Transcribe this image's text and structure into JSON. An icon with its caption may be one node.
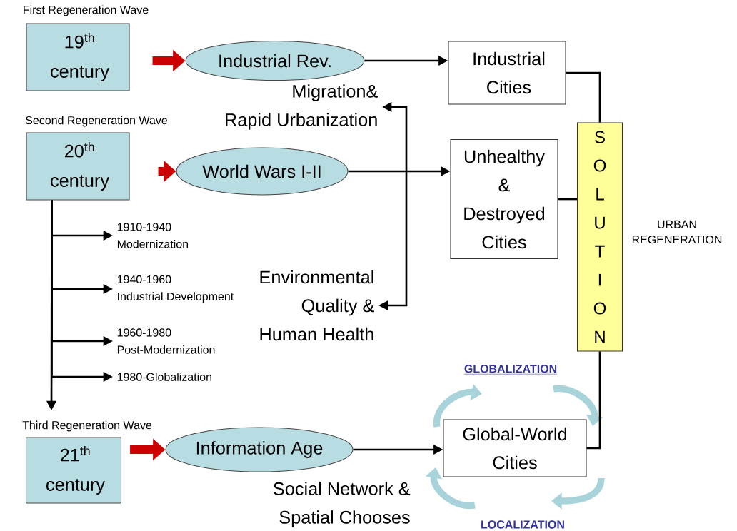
{
  "diagram": {
    "nodes": [
      {
        "text": [
          "First Regeneration Wave",
          "19$^{th}$ century"
        ]
      },
      {
        "text": [
          "Industrial Rev."
        ]
      },
      {
        "text": [
          "Industrial Cities"
        ]
      },
      {
        "text": [
          "Second Regeneration Wave",
          "20$^{th}$ century"
        ]
      },
      {
        "text": [
          "World Wars I-II"
        ]
      },
      {
        "text": [
          "Unhealthy & Destroyed Cities"
        ]
      },
      {
        "text": [
          "S O L U T I O N"
        ]
      },
      {
        "text": [
          "Third Regeneration Wave",
          "21$^{th}$ century"
        ]
      },
      {
        "text": [
          "Information Age"
        ]
      },
      {
        "text": [
          "Global-World Cities"
        ]
      },
      {
        "text": [
          "1910-1940 Modernization"
        ]
      },
      {
        "text": [
          "1940-1960 Industrial Development"
        ]
      },
      {
        "text": [
          "1960-1980 Post-Modernization"
        ]
      },
      {
        "text": [
          "1980-Globalization"
        ]
      },
      {
        "text": [
          "Migration& Rapid Urbanization"
        ]
      },
      {
        "text": [
          "Environmental Quality & Human Health"
        ]
      }
    ],
    "edges": [
      {
        "from": 0,
        "to": 1,
        "arrow": "to",
        "style": "thick",
        "color": "#cc0000"
      },
      {
        "from": 1,
        "to": 2,
        "arrow": "to"
      },
      {
        "from": 3,
        "to": 4,
        "arrow": "to",
        "style": "thick",
        "color": "#cc0000"
      },
      {
        "from": 4,
        "to": 5,
        "arrow": "to"
      },
      {
        "from": 7,
        "to": 8,
        "arrow": "to",
        "style": "thick",
        "color": "#cc0000"
      },
      {
        "from": 8,
        "to": 9,
        "arrow": "to"
      },
      {
        "from": 2,
        "to": 6,
        "arrow": "none"
      },
      {
        "from": 5,
        "to": 6,
        "arrow": "none"
      },
      {
        "from": 9,
        "to": 6,
        "arrow": "none"
      },
      {
        "from": 3,
        "to": 7,
        "arrow": "to"
      },
      {
        "from": 3,
        "to": 10,
        "arrow": "to"
      },
      {
        "from": 3,
        "to": 11,
        "arrow": "to"
      },
      {
        "from": 3,
        "to": 12,
        "arrow": "to"
      },
      {
        "from": 3,
        "to": 13,
        "arrow": "to"
      },
      {
        "from": 14,
        "to": 15,
        "arrow": "both"
      }
    ],
    "labels": [
      "URBAN REGENERATION",
      "GLOBALIZATION",
      "Social Network & Spatial Chooses",
      "LOCALIZATION"
    ]
  }
}
